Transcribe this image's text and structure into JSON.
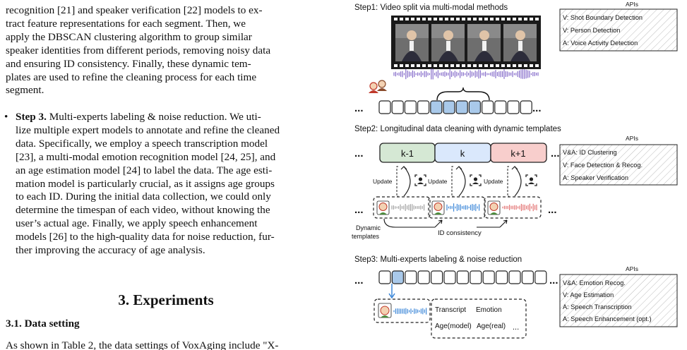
{
  "left_column": {
    "para1_lines": [
      "recognition [21] and speaker verification [22] models to ex-",
      "tract feature representations for each segment.  Then, we",
      "apply the DBSCAN clustering algorithm to group similar",
      "speaker identities from different periods, removing noisy data",
      "and ensuring ID consistency.  Finally, these dynamic tem-",
      "plates are used to refine the cleaning process for each time",
      "segment."
    ],
    "bullet_symbol": "•",
    "step3_label": "Step 3.",
    "step3_lines": [
      " Multi-experts labeling & noise reduction.  We uti-",
      "lize multiple expert models to annotate and refine the cleaned",
      "data.  Specifically, we employ a speech transcription model",
      "[23], a multi-modal emotion recognition model [24, 25], and",
      "an age estimation model [24] to label the data.  The age esti-",
      "mation model is particularly crucial, as it assigns age groups",
      "to each ID. During the initial data collection, we could only",
      "determine the timespan of each video, without knowing the",
      "user’s actual age.  Finally, we apply speech enhancement",
      "models [26] to the high-quality data for noise reduction, fur-",
      "ther improving the accuracy of age analysis."
    ],
    "section_heading": "3.  Experiments",
    "subsection_heading": "3.1.  Data setting",
    "bottom_line": "As shown in Table 2, the data settings of VoxAging include \"X-"
  },
  "figure": {
    "step1": {
      "title": "Step1:  Video split via multi-modal methods",
      "apis_label": "APIs",
      "apis": [
        "V: Shot Boundary Detection",
        "V: Person Detection",
        "A: Voice Activity Detection"
      ],
      "ellipsis": "..."
    },
    "step2": {
      "title": "Step2:  Longitudinal data cleaning with dynamic templates",
      "apis_label": "APIs",
      "apis": [
        "V&A: ID Clustering",
        "V: Face Detection & Recog.",
        "A: Speaker Verification"
      ],
      "segments": [
        "k-1",
        "k",
        "k+1"
      ],
      "update_labels": [
        "Update",
        "Update",
        "Update"
      ],
      "dynamic_templates_label": [
        "Dynamic",
        "templates"
      ],
      "id_consistency_label": "ID consistency",
      "ellipsis": "..."
    },
    "step3": {
      "title": "Step3:  Multi-experts  labeling & noise reduction",
      "apis_label": "APIs",
      "apis": [
        "V&A:  Emotion Recog.",
        "V: Age Estimation",
        "A: Speech Transcription",
        "A: Speech Enhancement (opt.)"
      ],
      "labels": [
        "Transcript",
        "Emotion",
        "Age(model)",
        "Age(real)"
      ],
      "ellipsis": "..."
    },
    "colors": {
      "highlight_blue": "#a9c9ea",
      "segment_green": "#d5e8d4",
      "segment_blue": "#dae8fc",
      "segment_red": "#f8cecc",
      "wave_purple": "#7b5fc6",
      "wave_blue": "#2f7fd6",
      "wave_gray": "#9a9a9a",
      "wave_red": "#e06666",
      "outline": "#222222"
    }
  }
}
